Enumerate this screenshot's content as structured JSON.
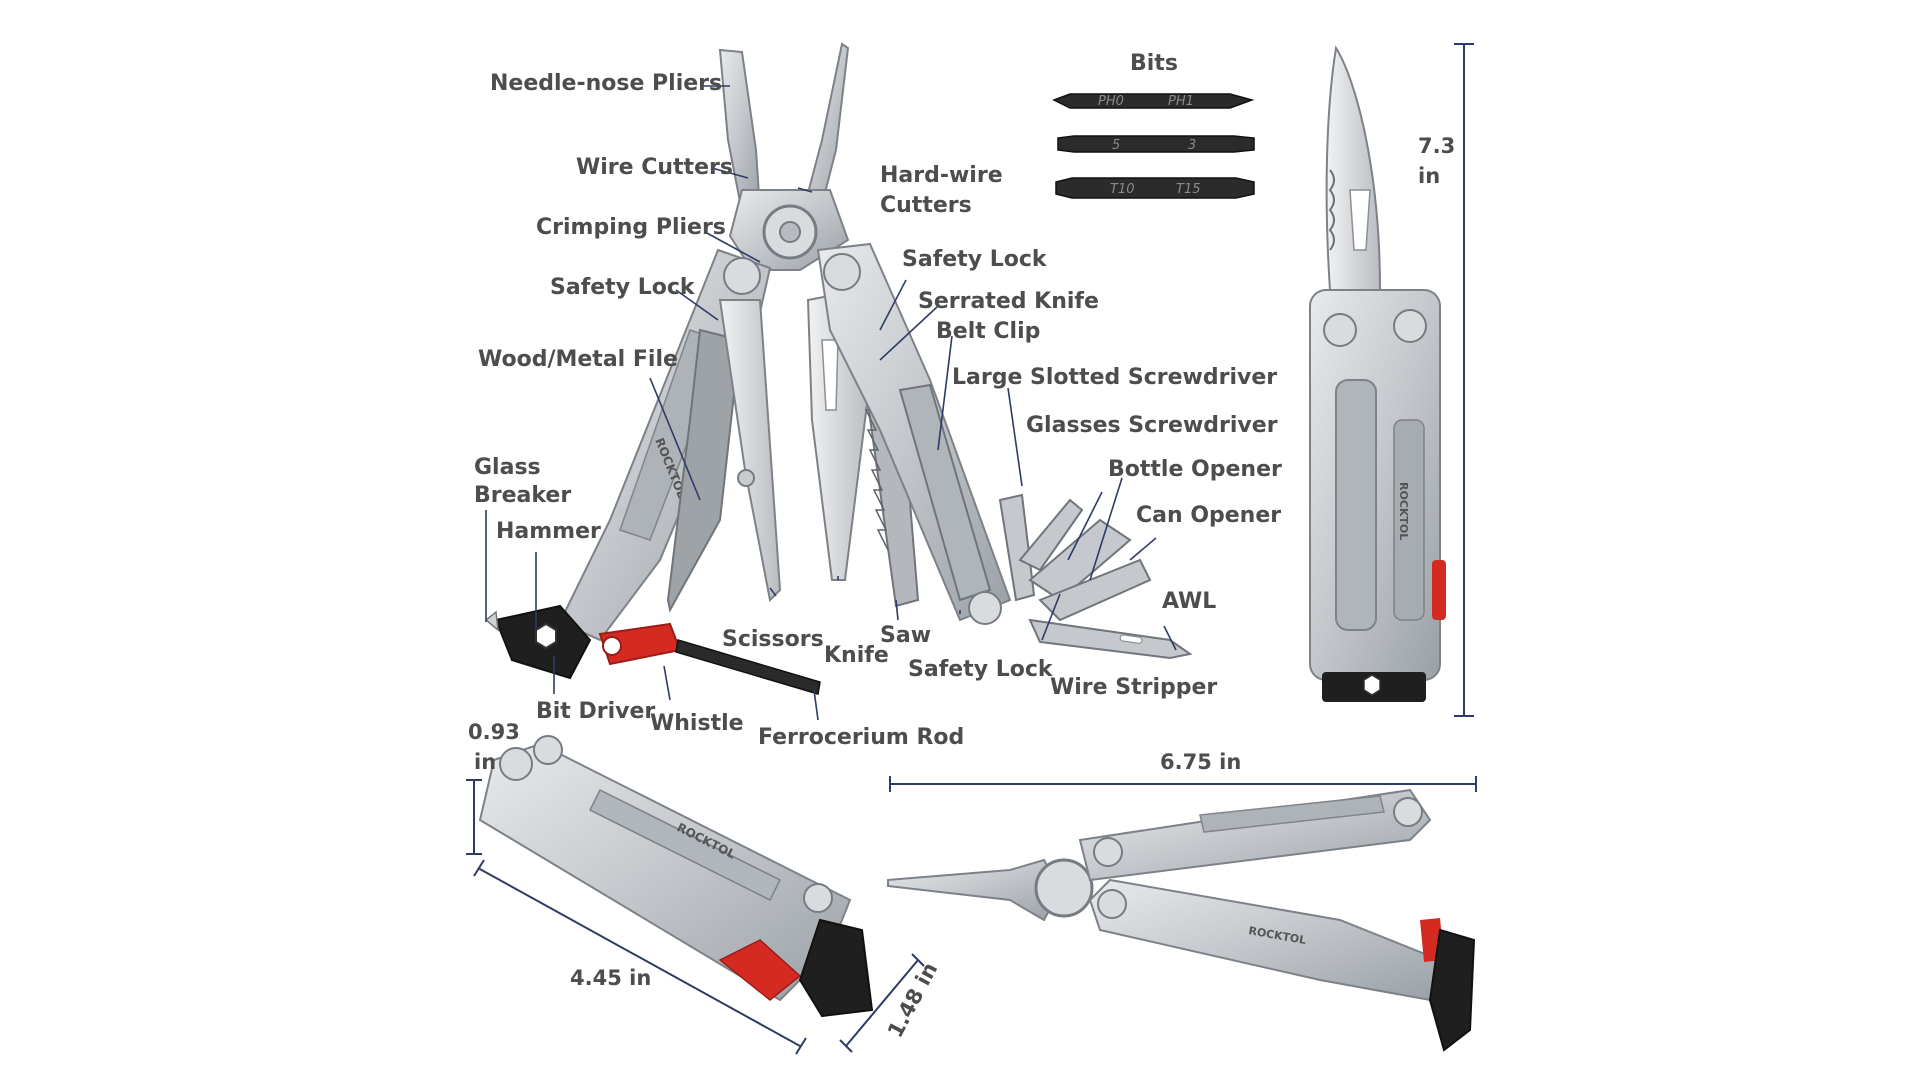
{
  "brand": "ROCKTOL",
  "labels": {
    "needle_nose_pliers": "Needle-nose Pliers",
    "wire_cutters": "Wire Cutters",
    "hard_wire_cutters_1": "Hard-wire",
    "hard_wire_cutters_2": "Cutters",
    "crimping_pliers": "Crimping Pliers",
    "safety_lock_left": "Safety Lock",
    "safety_lock_top": "Safety Lock",
    "serrated_knife": "Serrated Knife",
    "belt_clip": "Belt Clip",
    "wood_metal_file": "Wood/Metal File",
    "large_slotted_screwdriver": "Large Slotted Screwdriver",
    "glasses_screwdriver": "Glasses Screwdriver",
    "bottle_opener": "Bottle Opener",
    "can_opener": "Can Opener",
    "glass_breaker_1": "Glass",
    "glass_breaker_2": "Breaker",
    "hammer": "Hammer",
    "awl": "AWL",
    "scissors": "Scissors",
    "knife": "Knife",
    "saw": "Saw",
    "safety_lock_bottom": "Safety Lock",
    "wire_stripper": "Wire Stripper",
    "bit_driver": "Bit Driver",
    "whistle": "Whistle",
    "ferrocerium_rod": "Ferrocerium Rod"
  },
  "bits": {
    "title": "Bits",
    "items": [
      {
        "left": "PH0",
        "right": "PH1"
      },
      {
        "left": "5",
        "right": "3"
      },
      {
        "left": "T10",
        "right": "T15"
      }
    ]
  },
  "dimensions": {
    "height_value": "7.3",
    "height_unit": "in",
    "thickness_value": "0.93",
    "thickness_unit": "in",
    "length_open": "6.75 in",
    "length_closed": "4.45 in",
    "width": "1.48 in"
  },
  "colors": {
    "label_text": "#4d4d4d",
    "leader_line": "#2e3b66",
    "steel": "#c9ccd0",
    "steel_dark": "#8f949a",
    "accent_red": "#d42a22",
    "black_part": "#1f1f1f"
  }
}
